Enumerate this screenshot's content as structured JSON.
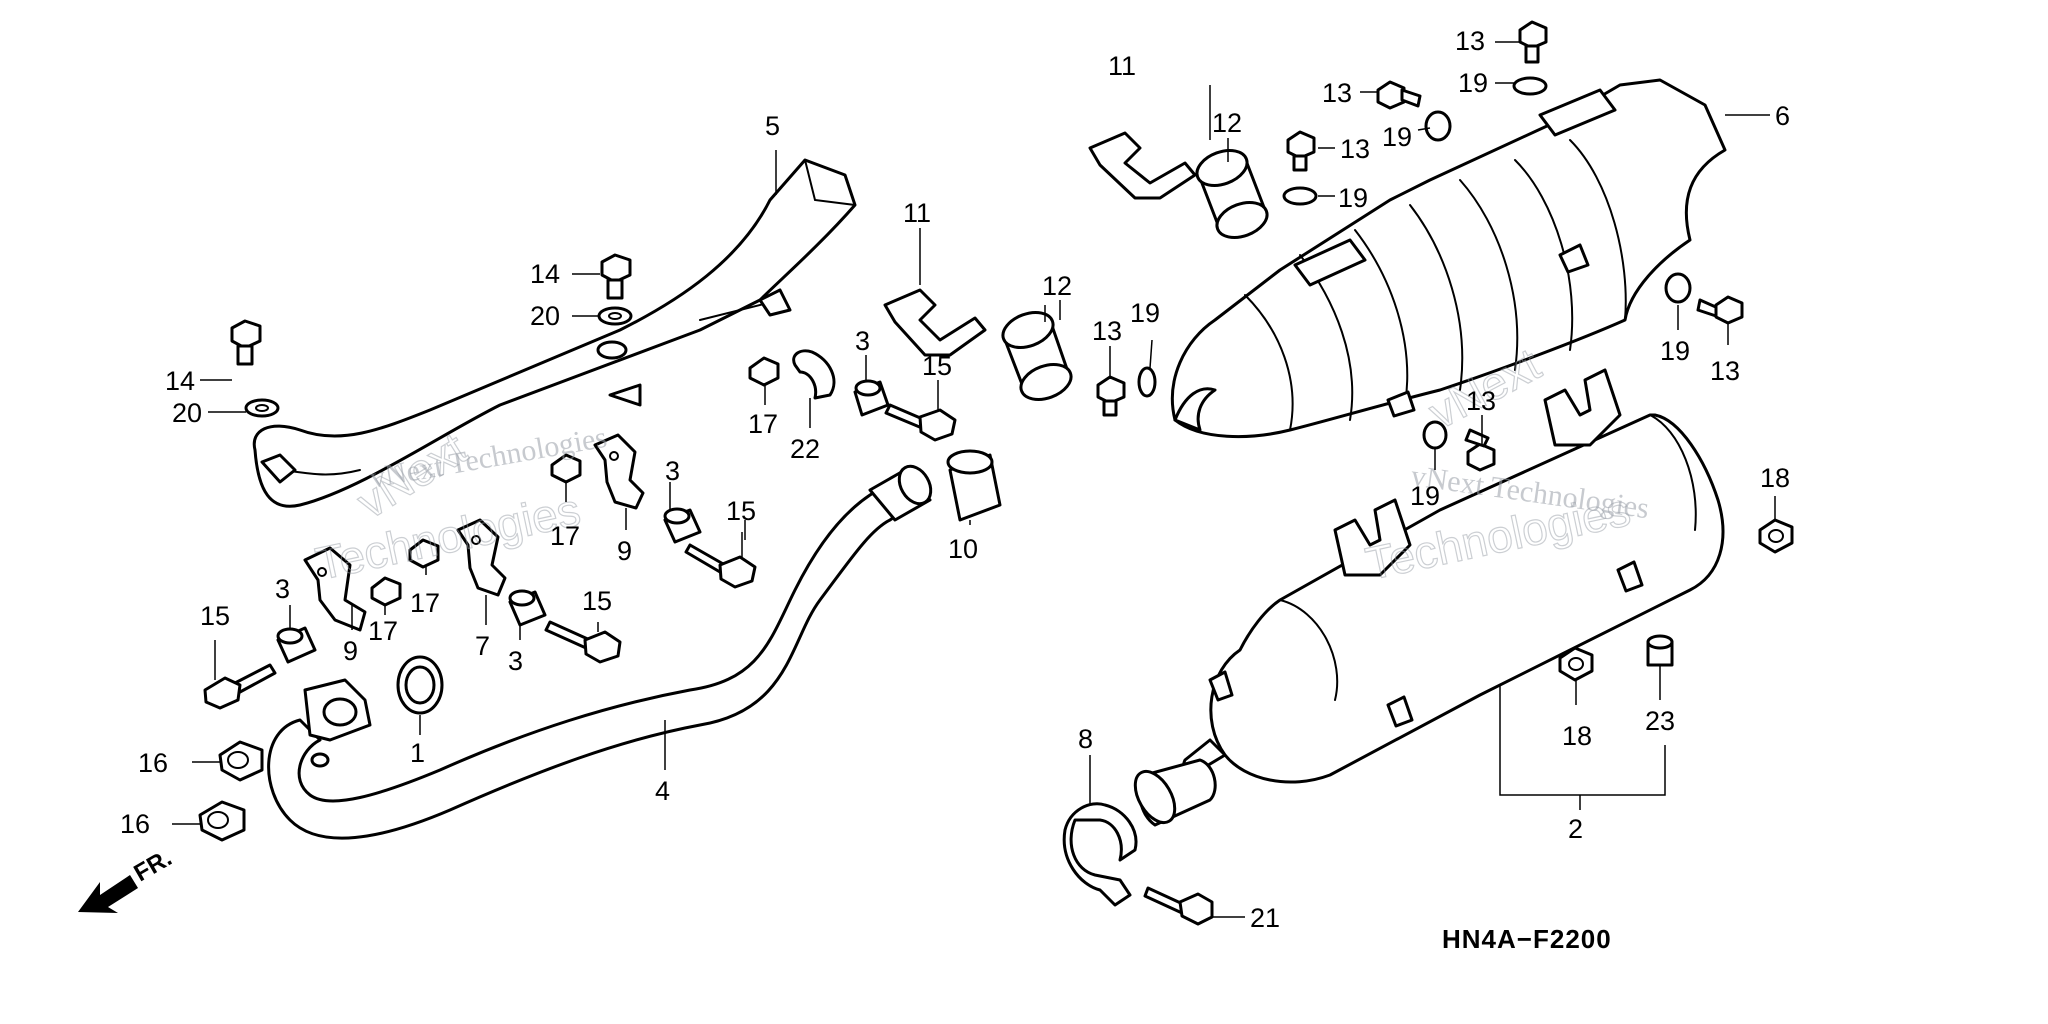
{
  "diagram_code": "HN4A−F2200",
  "front_indicator": "FR.",
  "watermark": {
    "line1": "vNext Technologies",
    "big1": "vNext",
    "big2": "Technologies"
  },
  "callouts": [
    {
      "id": "c1",
      "label": "1"
    },
    {
      "id": "c2",
      "label": "2"
    },
    {
      "id": "c3a",
      "label": "3"
    },
    {
      "id": "c3b",
      "label": "3"
    },
    {
      "id": "c3c",
      "label": "3"
    },
    {
      "id": "c3d",
      "label": "3"
    },
    {
      "id": "c4",
      "label": "4"
    },
    {
      "id": "c5",
      "label": "5"
    },
    {
      "id": "c6",
      "label": "6"
    },
    {
      "id": "c7",
      "label": "7"
    },
    {
      "id": "c8",
      "label": "8"
    },
    {
      "id": "c9a",
      "label": "9"
    },
    {
      "id": "c9b",
      "label": "9"
    },
    {
      "id": "c10",
      "label": "10"
    },
    {
      "id": "c11a",
      "label": "11"
    },
    {
      "id": "c11b",
      "label": "11"
    },
    {
      "id": "c12a",
      "label": "12"
    },
    {
      "id": "c12b",
      "label": "12"
    },
    {
      "id": "c13a",
      "label": "13"
    },
    {
      "id": "c13b",
      "label": "13"
    },
    {
      "id": "c13c",
      "label": "13"
    },
    {
      "id": "c13d",
      "label": "13"
    },
    {
      "id": "c13e",
      "label": "13"
    },
    {
      "id": "c13f",
      "label": "13"
    },
    {
      "id": "c14a",
      "label": "14"
    },
    {
      "id": "c14b",
      "label": "14"
    },
    {
      "id": "c15a",
      "label": "15"
    },
    {
      "id": "c15b",
      "label": "15"
    },
    {
      "id": "c15c",
      "label": "15"
    },
    {
      "id": "c15d",
      "label": "15"
    },
    {
      "id": "c16a",
      "label": "16"
    },
    {
      "id": "c16b",
      "label": "16"
    },
    {
      "id": "c17a",
      "label": "17"
    },
    {
      "id": "c17b",
      "label": "17"
    },
    {
      "id": "c17c",
      "label": "17"
    },
    {
      "id": "c17d",
      "label": "17"
    },
    {
      "id": "c18a",
      "label": "18"
    },
    {
      "id": "c18b",
      "label": "18"
    },
    {
      "id": "c19a",
      "label": "19"
    },
    {
      "id": "c19b",
      "label": "19"
    },
    {
      "id": "c19c",
      "label": "19"
    },
    {
      "id": "c19d",
      "label": "19"
    },
    {
      "id": "c19e",
      "label": "19"
    },
    {
      "id": "c19f",
      "label": "19"
    },
    {
      "id": "c20a",
      "label": "20"
    },
    {
      "id": "c20b",
      "label": "20"
    },
    {
      "id": "c21",
      "label": "21"
    },
    {
      "id": "c22",
      "label": "22"
    },
    {
      "id": "c23",
      "label": "23"
    }
  ]
}
